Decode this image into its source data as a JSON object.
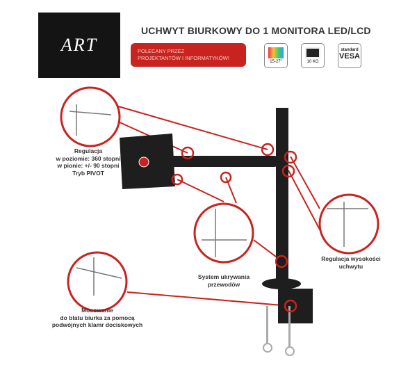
{
  "logo": {
    "text": "ART"
  },
  "title": "UCHWYT BIURKOWY DO 1 MONITORA LED/LCD",
  "badge": {
    "line1": "POLECANY PRZEZ",
    "line2": "PROJEKTANTÓW I INFORMATYKÓW!"
  },
  "icons": [
    {
      "name": "led-screen-icon",
      "label": "15-27\""
    },
    {
      "name": "weight-icon",
      "label": "10 KG"
    },
    {
      "name": "vesa-icon",
      "top": "standard",
      "main": "VESA"
    }
  ],
  "callouts": {
    "rotation": [
      "Regulacja",
      "w poziomie: 360 stopni",
      "w pionie: +/- 90 stopni",
      "Tryb PIVOT"
    ],
    "cable": [
      "System ukrywania",
      "przewodów"
    ],
    "height": [
      "Regulacja wysokości",
      "uchwytu"
    ],
    "clamp": [
      "Mocowanie",
      "do blatu biurka za pomocą",
      "podwójnych klamr dociskowych"
    ]
  },
  "colors": {
    "accent": "#c8231f",
    "mount": "#1e1e1e"
  }
}
